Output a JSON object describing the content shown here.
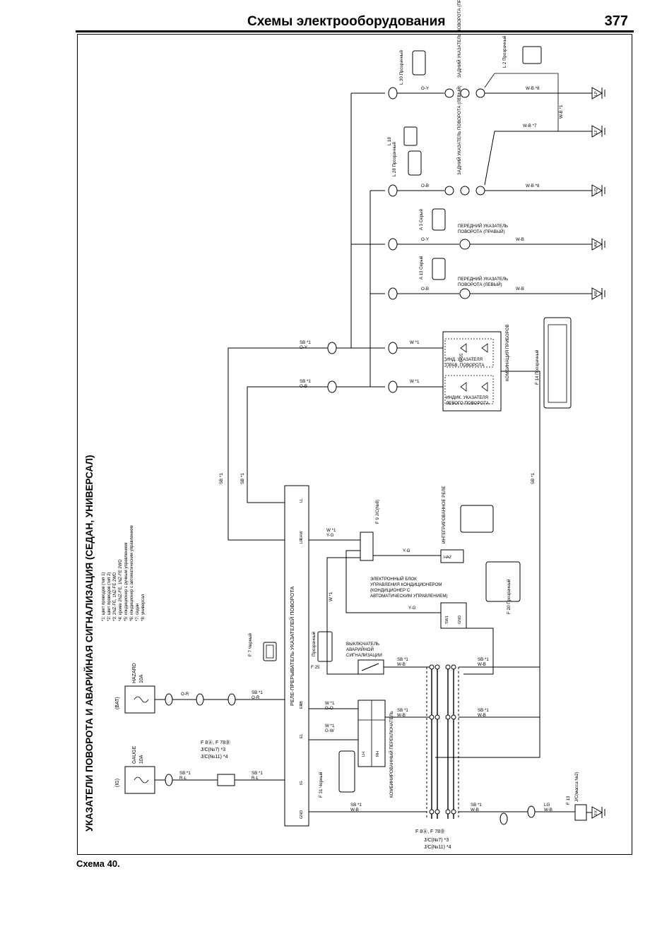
{
  "header": {
    "title": "Схемы электрооборудования",
    "page_number": "377"
  },
  "diagram_title": "УКАЗАТЕЛИ ПОВОРОТА И АВАРИЙНАЯ СИГНАЛИЗАЦИЯ (СЕДАН, УНИВЕРСАЛ)",
  "caption": "Схема 40.",
  "notes": [
    "*1: цвет проводов (тип 1)",
    "*2: цвет проводов (тип 2)",
    "*3: 2NZ-FE, 1NZ-FE 2WD",
    "*4: кроме 2NZ-FE, 1NZ-FE 2WD",
    "*5: кондиционер с ручным управлением",
    "*6: кондиционер с автоматическим управлением",
    "*7: седан",
    "*8: универсал"
  ],
  "fuses": [
    {
      "name": "HAZARD",
      "rating": "10A",
      "source": "(BAT)"
    },
    {
      "name": "GAUGE",
      "rating": "10A",
      "source": "(IG)"
    }
  ],
  "components": {
    "flasher_relay": "РЕЛЕ-ПРЕРЫВАТЕЛЬ УКАЗАТЕЛЕЙ ПОВОРОТА",
    "flasher_pins": [
      "+B",
      "IG",
      "EL",
      "ER",
      "LR",
      "LL",
      "EHW",
      "GND"
    ],
    "hazard_switch": [
      "ВЫКЛЮЧАТЕЛЬ",
      "АВАРИЙНОЙ",
      "СИГНАЛИЗАЦИИ"
    ],
    "combo_switch": "КОМБИНИРОВАННЫЙ ПЕРЕКЛЮЧАТЕЛЬ",
    "combo_switch_pins": [
      "LH",
      "RH"
    ],
    "ac_unit": [
      "ЭЛЕКТРОННЫЙ БЛОК",
      "УПРАВЛЕНИЯ КОНДИЦИОНЕРОМ",
      "(КОНДИЦИОНЕР С",
      "АВТОМАТИЧЕСКИМ УПРАВЛЕНИЕМ)"
    ],
    "ac_unit_pins": [
      "SW1",
      "GND"
    ],
    "integrated_relay": "ИНТЕГРИРОВАННОЕ РЕЛЕ",
    "integrated_relay_pin": "HAZ",
    "instrument_cluster": "КОМБИНАЦИЯ ПРИБОРОВ",
    "cluster_indicators": [
      "ИНД. УКАЗАТЕЛЯ ПРАВ. ПОВОРОТА",
      "ИНДИК. УКАЗАТЕЛЯ ЛЕВОГО ПОВОРОТА"
    ],
    "front_right": "ПЕРЕДНИЙ УКАЗАТЕЛЬ ПОВОРОТА (ПРАВЫЙ)",
    "front_left": "ПЕРЕДНИЙ УКАЗАТЕЛЬ ПОВОРОТА (ЛЕВЫЙ)",
    "rear_right": "ЗАДНИЙ УКАЗАТЕЛЬ ПОВОРОТА (ПРАВЫЙ)",
    "rear_left": "ЗАДНИЙ УКАЗАТЕЛЬ ПОВОРОТА (ЛЕВЫЙ)",
    "jc_top": [
      "J/C(№7) *3",
      "J/C(№11) *4"
    ],
    "jc_bottom": [
      "J/C(№7) *3",
      "J/C(№11) *4"
    ],
    "body_ground": "J/C(масса №2)"
  },
  "connector_labels": {
    "F7": "F 7 Черный",
    "F25": "F 25",
    "F31": "F 31 Черный",
    "F20": "F 20 Прозрачный",
    "F14": "F 14 Прозрачный",
    "F55": "F 55",
    "F13": "F 13",
    "A13": "A 13 Серый",
    "A3": "A 3 Серый",
    "L28": "L 28 Прозрачный",
    "L30": "L 30 Прозрачный",
    "L18": "L 18",
    "L2": "L 2 Прозрачный",
    "F9": "F 9 J/C(№8)",
    "transparent": "Прозрачный"
  },
  "wire_labels": {
    "o_r": "O-R",
    "o_y": "O-Y",
    "o_b": "O-B",
    "w_b": "W-B",
    "y_g": "Y-G",
    "r_l": "R-L",
    "g_o": "G-O",
    "g_w": "G-W",
    "lg": "LG",
    "sb1": "SB *1",
    "w1": "W *1",
    "w_b8": "W-B *8",
    "w_b7": "W-B *7",
    "w_b1": "W-B *1"
  },
  "grounds": [
    "LP",
    "LP",
    "LF",
    "LR",
    "LQ",
    "AR",
    "AR",
    "FX"
  ]
}
